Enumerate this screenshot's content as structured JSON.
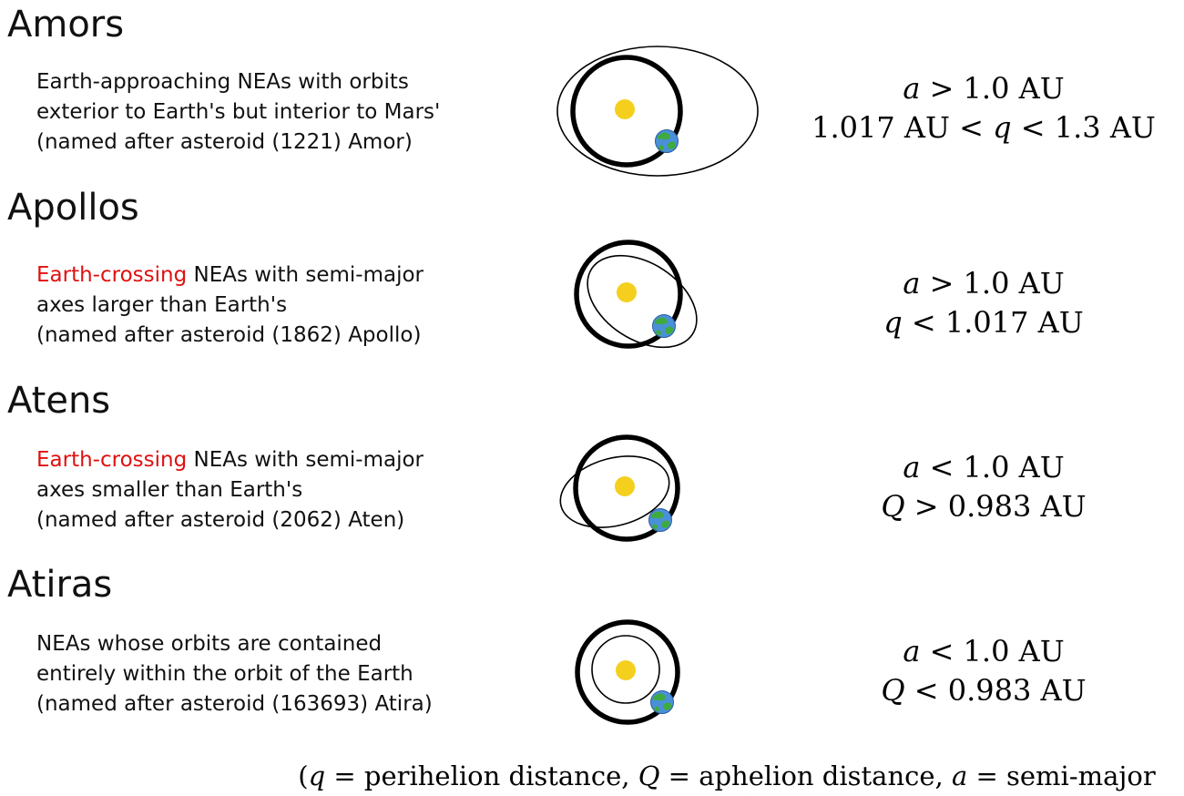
{
  "colors": {
    "highlight_red": "#e01010",
    "sun_yellow": "#f5cf1e",
    "earth_ocean": "#4a90d9",
    "earth_land": "#3faa3f",
    "orbit_black": "#000000"
  },
  "sections": [
    {
      "title": "Amors",
      "desc_highlight": "",
      "desc_line1": "Earth-approaching NEAs with orbits",
      "desc_line2": "exterior to Earth's but interior to Mars'",
      "desc_line3": "(named after asteroid (1221) Amor)",
      "criteria": [
        "a > 1.0 AU",
        "1.017 AU < q < 1.3 AU"
      ],
      "diagram_description": "Sun with Earth's orbit (thick circle) and asteroid orbit (thin ellipse) exterior to Earth's orbit"
    },
    {
      "title": "Apollos",
      "desc_highlight": "Earth-crossing",
      "desc_line1": " NEAs with semi-major",
      "desc_line2": "axes larger than Earth's",
      "desc_line3": "(named after asteroid (1862) Apollo)",
      "criteria": [
        "a > 1.0 AU",
        "q < 1.017 AU"
      ],
      "diagram_description": "Sun with Earth's orbit (thick circle) crossed by a larger tilted asteroid orbit (thin ellipse)"
    },
    {
      "title": "Atens",
      "desc_highlight": "Earth-crossing",
      "desc_line1": " NEAs with semi-major",
      "desc_line2": "axes smaller than Earth's",
      "desc_line3": "(named after asteroid (2062) Aten)",
      "criteria": [
        "a < 1.0 AU",
        "Q > 0.983 AU"
      ],
      "diagram_description": "Sun with Earth's orbit (thick circle) crossed by a smaller tilted asteroid orbit (thin ellipse)"
    },
    {
      "title": "Atiras",
      "desc_highlight": "",
      "desc_line1": "NEAs whose orbits are contained",
      "desc_line2": "entirely within the orbit of the Earth",
      "desc_line3": "(named after asteroid (163693) Atira)",
      "criteria": [
        "a < 1.0 AU",
        "Q < 0.983 AU"
      ],
      "diagram_description": "Sun with Earth's orbit (thick circle) and asteroid orbit (thin circle) entirely inside it"
    }
  ],
  "footer": "(q = perihelion distance, Q = aphelion distance, a = semi-major axis)"
}
